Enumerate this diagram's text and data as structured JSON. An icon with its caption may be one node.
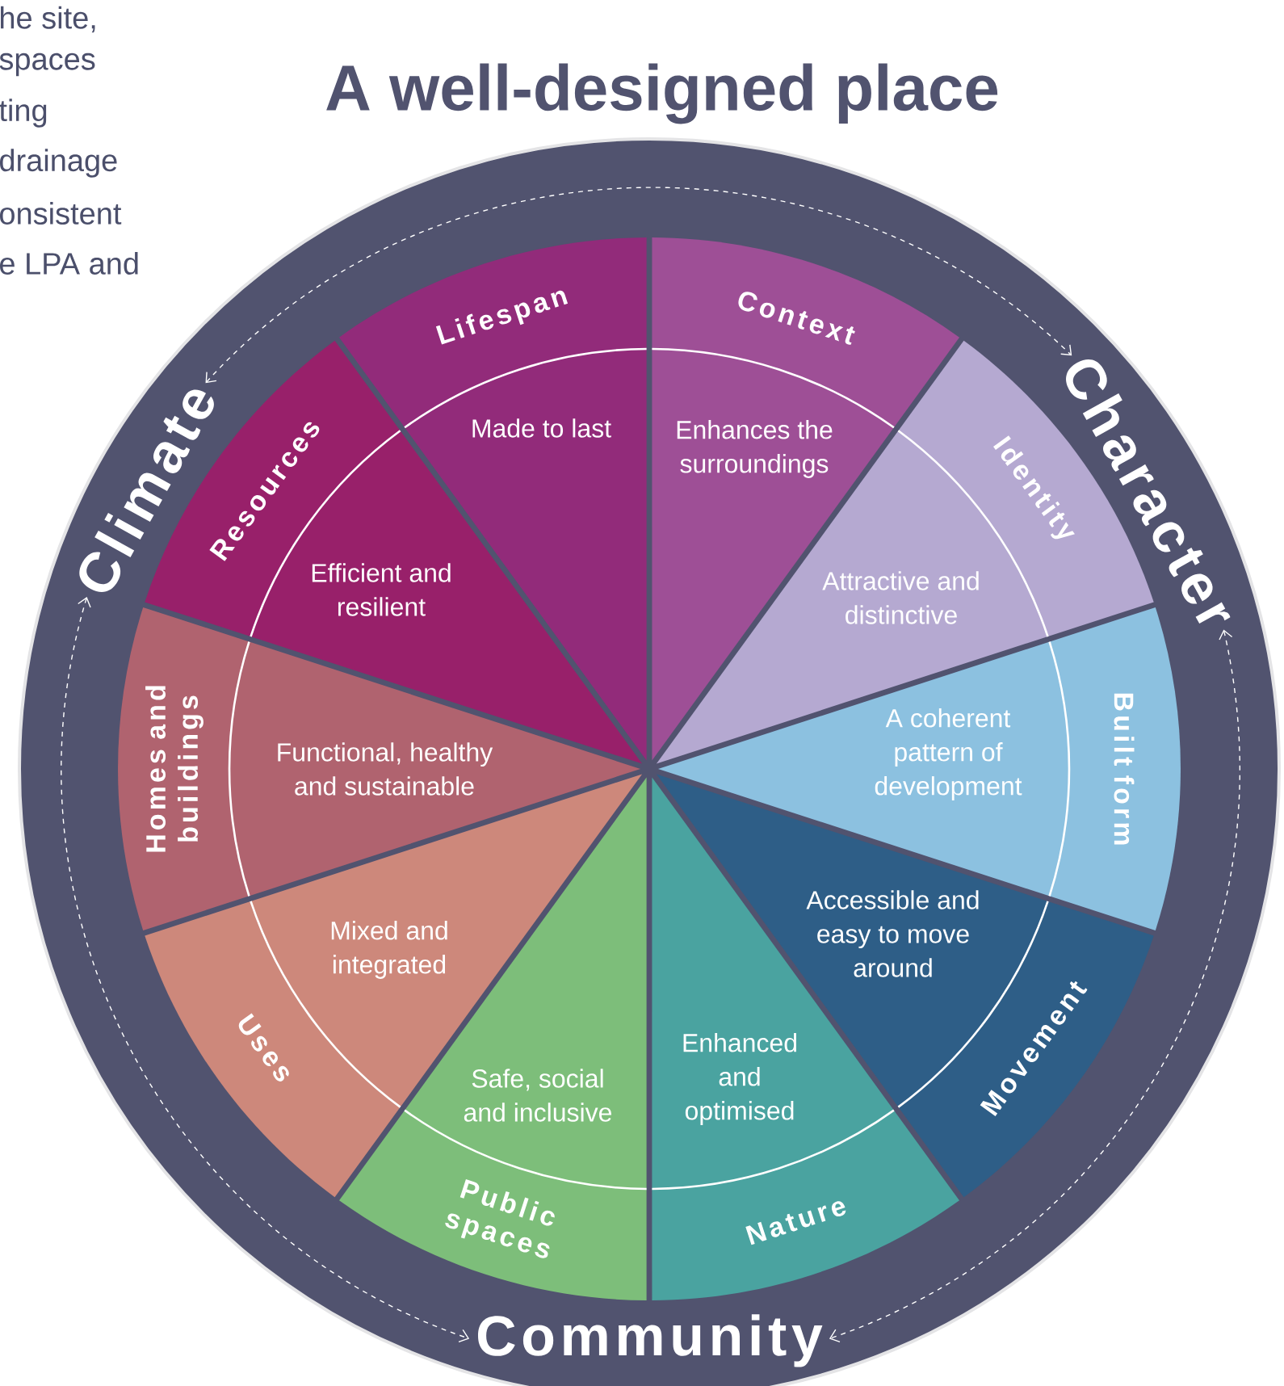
{
  "diagram": {
    "title": "A well-designed place",
    "nodes": [
      {
        "text": [
          "Context",
          "Enhances the surroundings"
        ]
      },
      {
        "text": [
          "Identity",
          "Attractive and distinctive"
        ]
      },
      {
        "text": [
          "Built form",
          "A coherent pattern of development"
        ]
      },
      {
        "text": [
          "Movement",
          "Accessible and easy to move around"
        ]
      },
      {
        "text": [
          "Nature",
          "Enhanced and optimised"
        ]
      },
      {
        "text": [
          "Public spaces",
          "Safe, social and inclusive"
        ]
      },
      {
        "text": [
          "Uses",
          "Mixed and integrated"
        ]
      },
      {
        "text": [
          "Homes and buildings",
          "Functional, healthy and sustainable"
        ]
      },
      {
        "text": [
          "Resources",
          "Efficient and resilient"
        ]
      },
      {
        "text": [
          "Lifespan",
          "Made to last"
        ]
      },
      {
        "text": [
          "Climate"
        ]
      },
      {
        "text": [
          "Character"
        ]
      },
      {
        "text": [
          "Community"
        ]
      }
    ],
    "edges": [
      {
        "from": 10,
        "to": 11,
        "arrow": "both",
        "style": "dashed"
      },
      {
        "from": 10,
        "to": 12,
        "arrow": "both",
        "style": "dashed"
      },
      {
        "from": 11,
        "to": 12,
        "arrow": "both",
        "style": "dashed"
      }
    ],
    "labels": [
      "he site,",
      "spaces",
      "ting",
      "drainage",
      "onsistent",
      "e LPA and"
    ]
  }
}
